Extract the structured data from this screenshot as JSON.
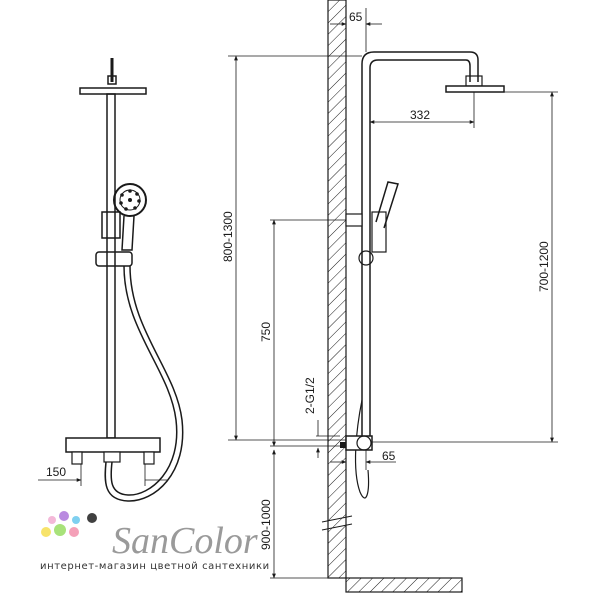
{
  "dimensions": {
    "wall_offset_top": "65",
    "arm_reach": "332",
    "total_height": "800-1300",
    "mixer_to_holder": "750",
    "outlet_to_head": "700-1200",
    "thread_size": "2-G1/2",
    "wall_offset_bottom": "65",
    "floor_to_mixer": "900-1000",
    "outlet_spacing": "150"
  },
  "branding": {
    "name": "SanColor",
    "tagline": "интернет-магазин цветной сантехники",
    "dot_colors": [
      "#f4b8d8",
      "#b98ae0",
      "#7fd0f0",
      "#f7e36a",
      "#a8e27a",
      "#f4a0b8",
      "#404040"
    ]
  }
}
